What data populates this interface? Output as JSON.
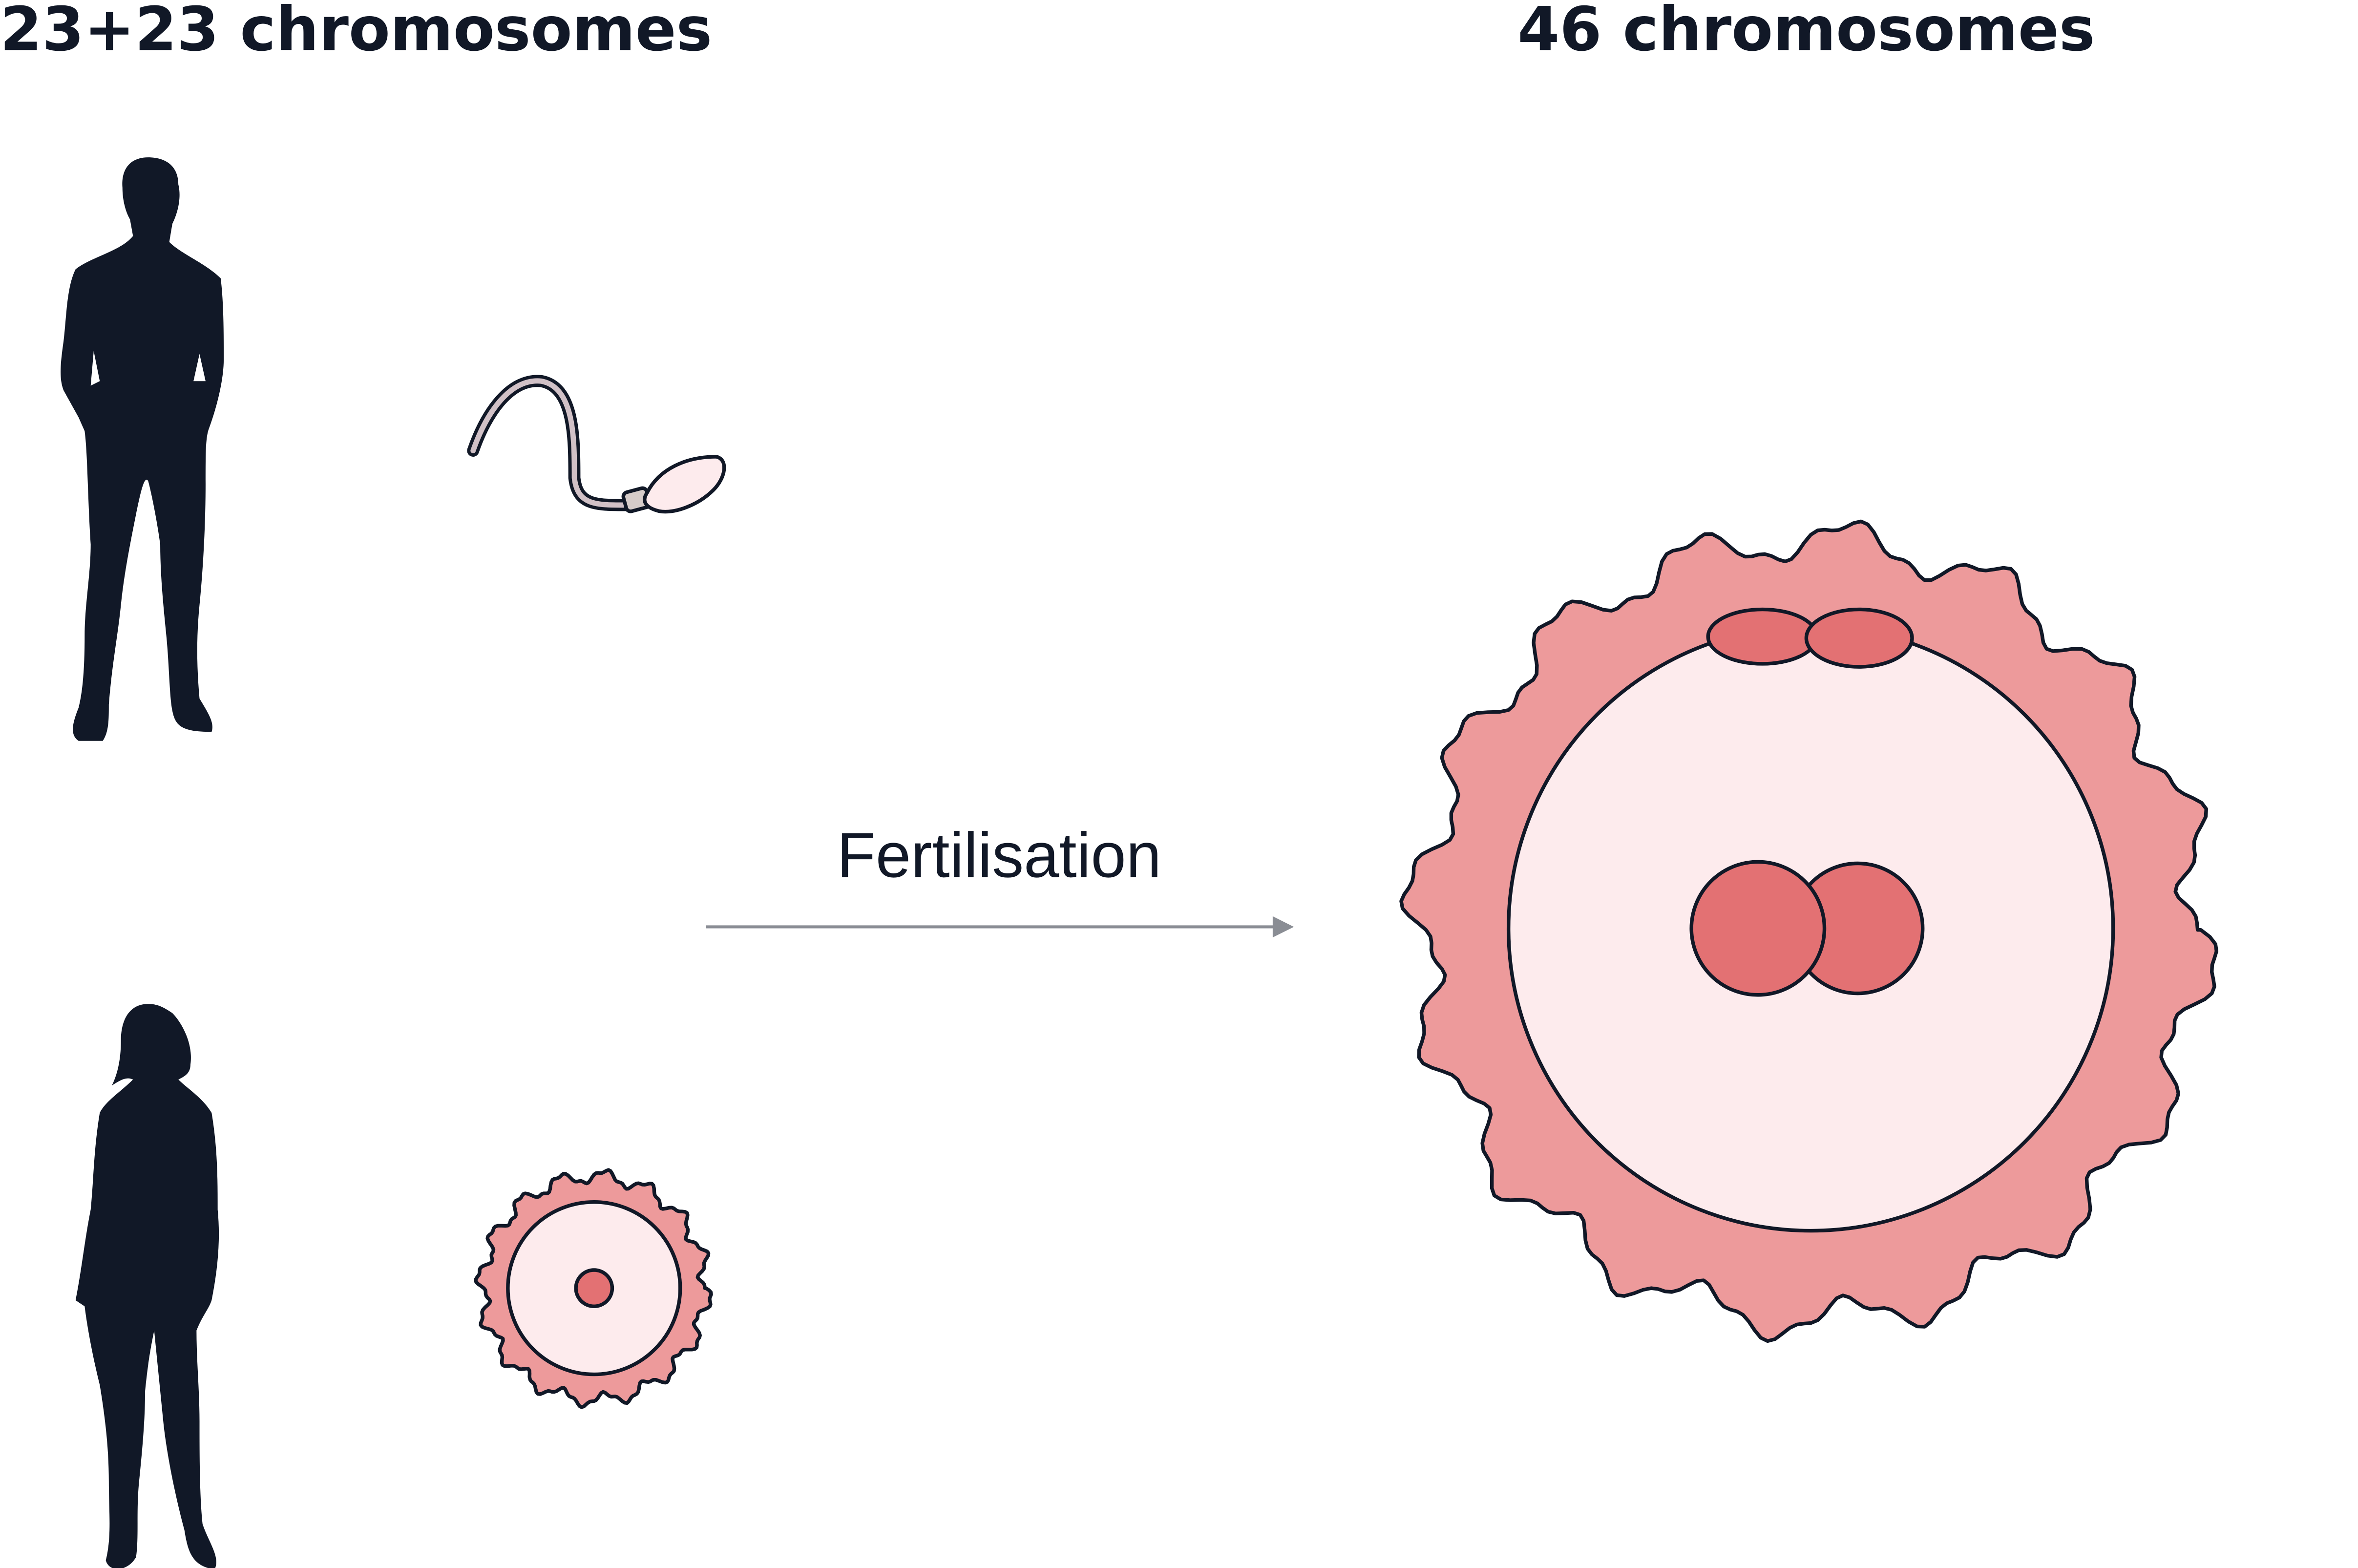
{
  "titles": {
    "left": "23+23 chromosomes",
    "right": "46 chromosomes"
  },
  "arrow_label": "Fertilisation",
  "figures": [
    {
      "name": "man-silhouette-icon"
    },
    {
      "name": "woman-silhouette-icon"
    },
    {
      "name": "sperm-cell-icon"
    },
    {
      "name": "egg-cell-icon"
    },
    {
      "name": "zygote-icon"
    }
  ],
  "colors": {
    "ink": "#111827",
    "corona": "#ED9A9B",
    "cytoplasm": "#FDEBED",
    "nucleus": "#E37173",
    "nucleus_shade": "#C46466",
    "arrow": "#8A8D94",
    "sperm_fill": "#FDEBED",
    "sperm_shade": "#D1C1C7",
    "midpiece": "#D6CCCA"
  }
}
